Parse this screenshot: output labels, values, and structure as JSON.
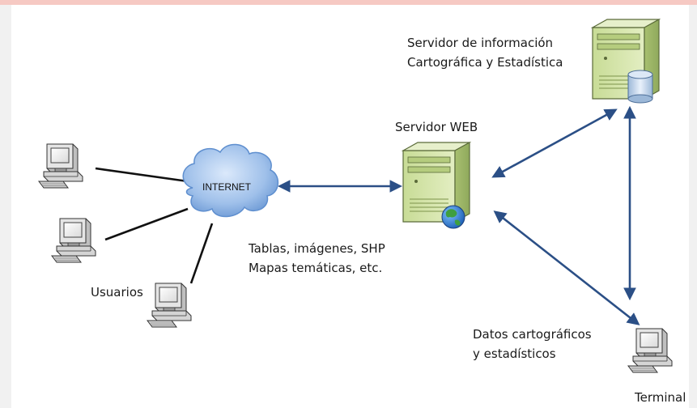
{
  "nodes": {
    "info_server": {
      "line1": "Servidor de información",
      "line2": "Cartográfica y Estadística"
    },
    "web_server": {
      "label": "Servidor WEB"
    },
    "internet": {
      "label": "INTERNET"
    },
    "users": {
      "label": "Usuarios"
    },
    "terminal": {
      "label": "Terminal"
    }
  },
  "edge_labels": {
    "web_content": {
      "line1": "Tablas, imágenes, SHP",
      "line2": "Mapas temáticas, etc."
    },
    "terminal_data": {
      "line1": "Datos cartográficos",
      "line2": "y estadísticos"
    }
  },
  "colors": {
    "arrow": "#2b4f86",
    "link": "#111111",
    "cloud_light": "#a9c8ee",
    "cloud_dark": "#5f8fcf",
    "server_light": "#d4e3a6",
    "server_dark": "#9fb86a"
  }
}
